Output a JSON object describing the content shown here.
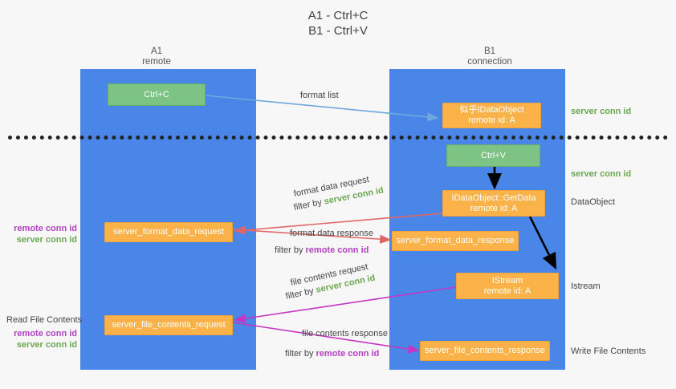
{
  "title": "A1 - Ctrl+C\nB1 - Ctrl+V",
  "colors": {
    "lane": "#4a86e8",
    "green_box": "#7dc384",
    "orange_box": "#fbb248",
    "server_conn_id": "#6aa84f",
    "remote_conn_id": "#b440c4",
    "arrow_blue": "#6fa8dc",
    "arrow_red": "#e06666",
    "arrow_magenta": "#c436c4",
    "arrow_black": "#000000",
    "background": "#f7f7f7"
  },
  "columns": [
    {
      "name": "A1",
      "sub": "remote"
    },
    {
      "name": "B1",
      "sub": "connection"
    }
  ],
  "boxes": {
    "ctrl_c": "Ctrl+C",
    "ctrl_v": "Ctrl+V",
    "idataobject": {
      "line1": "似乎IDataObject",
      "line2": "remote id: A"
    },
    "idataobject_getdata": {
      "line1": "IDataObject::GetData",
      "line2": "remote id: A"
    },
    "istream": {
      "line1": "IStream",
      "line2": "remote id: A"
    },
    "server_format_data_request": "server_format_data_request",
    "server_format_data_response": "server_format_data_response",
    "server_file_contents_request": "server_file_contents_request",
    "server_file_contents_response": "server_file_contents_response"
  },
  "arrow_labels": {
    "format_list": "format list",
    "format_data_request": "format data request",
    "format_data_request_filter_prefix": "filter by ",
    "format_data_request_filter_value": "server conn id",
    "format_data_response": "format data response",
    "format_data_response_filter_prefix": "filter by ",
    "format_data_response_filter_value": "remote conn id",
    "file_contents_request": "file contents request",
    "file_contents_request_filter_prefix": "filter by ",
    "file_contents_request_filter_value": "server conn id",
    "file_contents_response": "file contents response",
    "file_contents_response_filter_prefix": "filter by ",
    "file_contents_response_filter_value": "remote conn id"
  },
  "side_labels": {
    "server_conn_id_top": "server conn id",
    "server_conn_id_mid": "server conn id",
    "dataobject": "DataObject",
    "istream": "Istream",
    "write_file_contents": "Write File Contents",
    "read_file_contents": "Read File Contents",
    "left_remote_conn_id_1": "remote conn id",
    "left_server_conn_id_1": "server conn id",
    "left_remote_conn_id_2": "remote conn id",
    "left_server_conn_id_2": "server conn id"
  }
}
